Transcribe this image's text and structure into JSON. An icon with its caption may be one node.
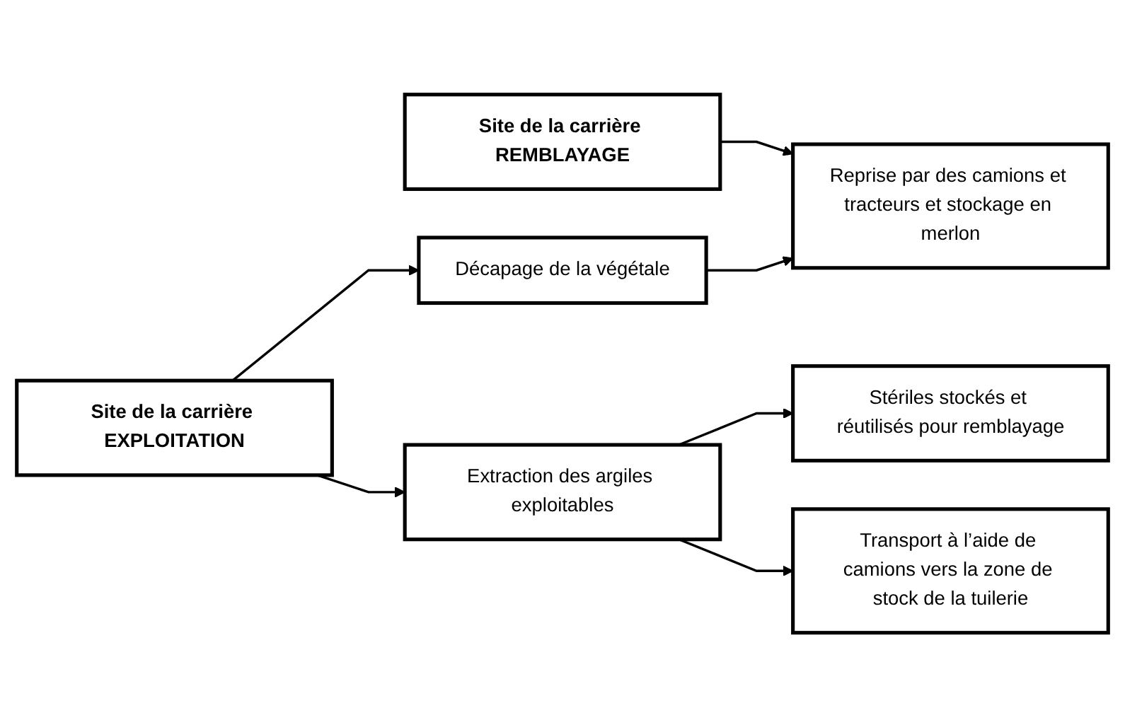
{
  "diagram": {
    "nodes": [
      {
        "text": [
          "Site de la carrière EXPLOITATION"
        ]
      },
      {
        "text": [
          "Site de la carrière REMBLAYAGE"
        ]
      },
      {
        "text": [
          "Décapage de la végétale"
        ]
      },
      {
        "text": [
          "Reprise par des camions et tracteurs et stockage en merlon"
        ]
      },
      {
        "text": [
          "Extraction des argiles exploitables"
        ]
      },
      {
        "text": [
          "Stériles stockés et réutilisés pour remblayage"
        ]
      },
      {
        "text": [
          "Transport à l’aide de camions vers la zone de stock de la tuilerie"
        ]
      }
    ],
    "edges": [
      {
        "from": 0,
        "to": 2,
        "arrow": "to"
      },
      {
        "from": 0,
        "to": 4,
        "arrow": "to"
      },
      {
        "from": 1,
        "to": 3,
        "arrow": "to"
      },
      {
        "from": 2,
        "to": 3,
        "arrow": "to"
      },
      {
        "from": 4,
        "to": 5,
        "arrow": "to"
      },
      {
        "from": 4,
        "to": 6,
        "arrow": "to"
      }
    ]
  }
}
